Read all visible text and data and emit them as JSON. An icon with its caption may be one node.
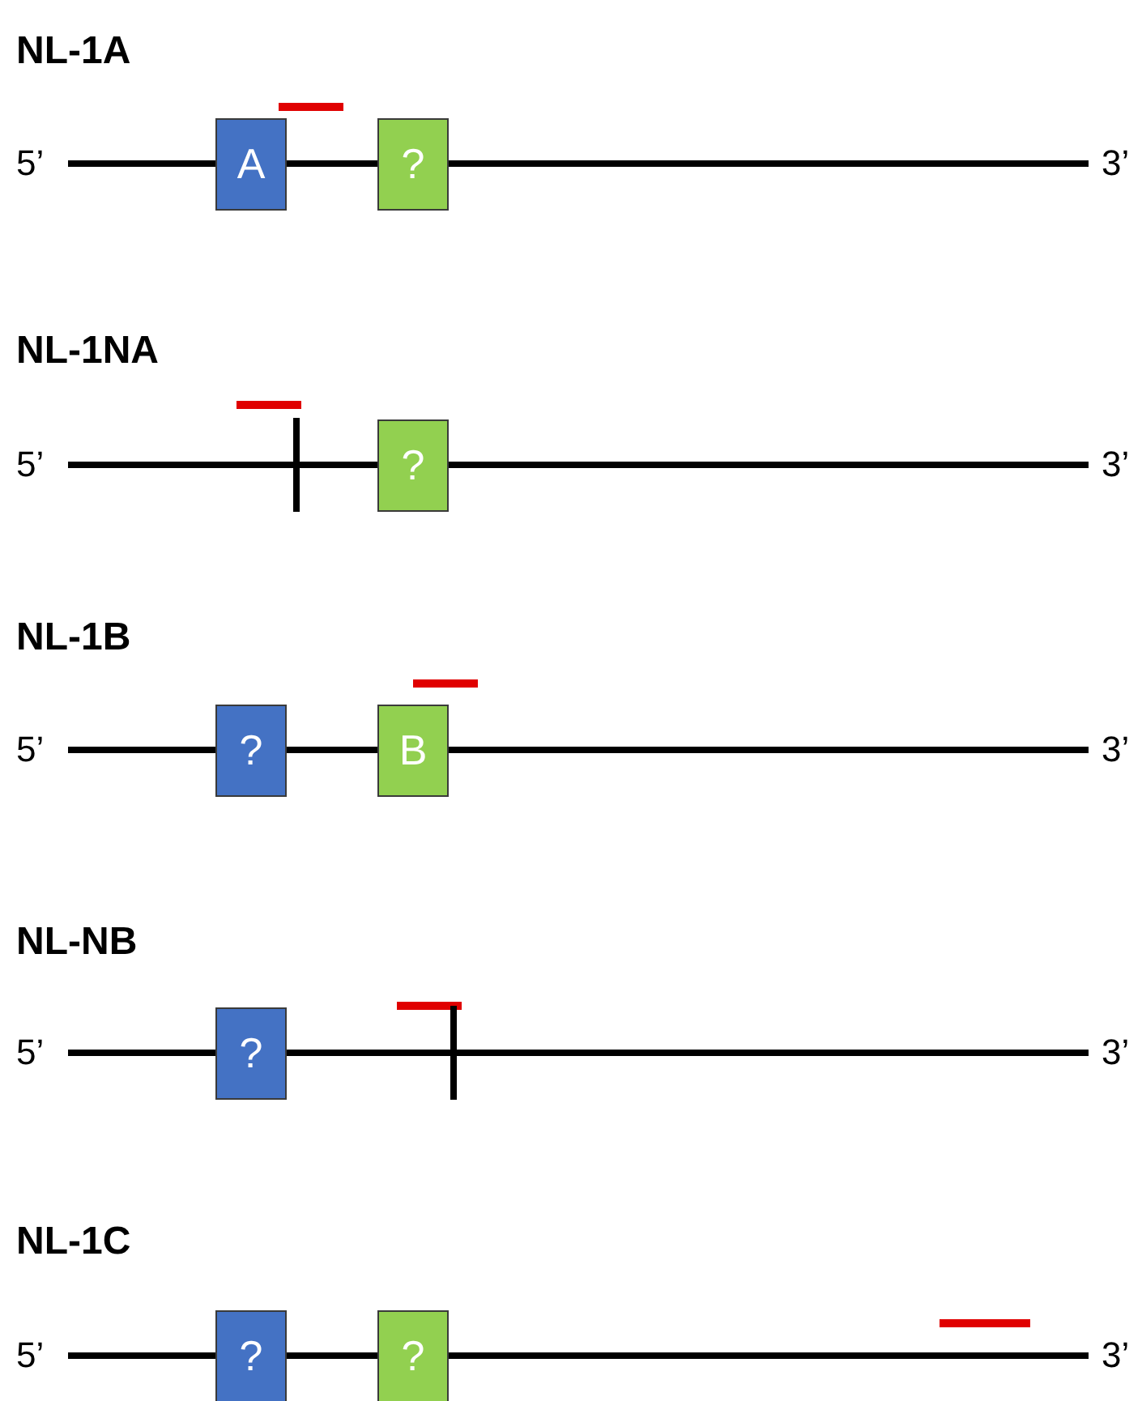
{
  "diagram": {
    "nodes": [
      {
        "text": [
          "A"
        ]
      },
      {
        "text": [
          "?"
        ]
      },
      {
        "text": [
          "?"
        ]
      },
      {
        "text": [
          "?"
        ]
      },
      {
        "text": [
          "B"
        ]
      },
      {
        "text": [
          "?"
        ]
      },
      {
        "text": [
          "?"
        ]
      },
      {
        "text": [
          "?"
        ]
      }
    ],
    "labels": [
      "NL-1A",
      "5’",
      "3’",
      "NL-1NA",
      "5’",
      "3’",
      "NL-1B",
      "5’",
      "3’",
      "NL-NB",
      "5’",
      "3’",
      "NL-1C",
      "5’",
      "3’"
    ]
  }
}
